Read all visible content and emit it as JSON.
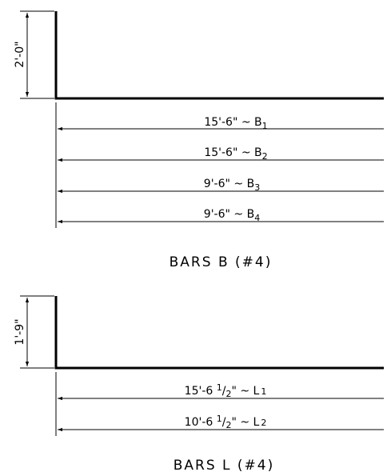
{
  "bars_b": {
    "leg_dim": "2'-0\"",
    "dims": [
      {
        "text": "15'-6\" ~ B",
        "sub": "1"
      },
      {
        "text": "15'-6\" ~ B",
        "sub": "2"
      },
      {
        "text": "9'-6\" ~ B",
        "sub": "3"
      },
      {
        "text": "9'-6\" ~ B",
        "sub": "4"
      }
    ],
    "title": "BARS B (#4)"
  },
  "bars_l": {
    "leg_dim": "1'-9\"",
    "dims": [
      {
        "pre": "15'-6 ",
        "frac_num": "1",
        "frac_den": "2",
        "post": "\" ~ L",
        "sub": "1"
      },
      {
        "pre": "10'-6 ",
        "frac_num": "1",
        "frac_den": "2",
        "post": "\" ~ L",
        "sub": "2"
      }
    ],
    "title": "BARS L (#4)"
  }
}
